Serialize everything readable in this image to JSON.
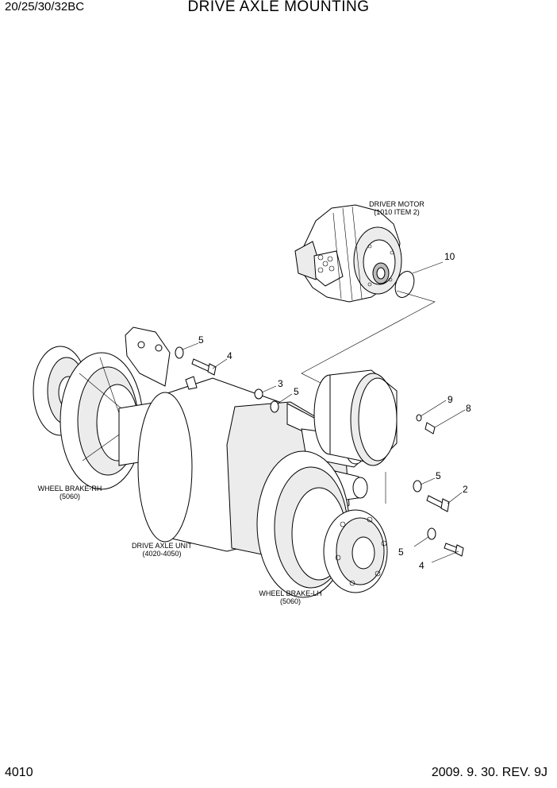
{
  "header": {
    "model": "20/25/30/32BC",
    "title": "DRIVE AXLE MOUNTING"
  },
  "footer": {
    "page": "4010",
    "revision": "2009. 9. 30. REV. 9J"
  },
  "labels": {
    "driver_motor": {
      "line1": "DRIVER MOTOR",
      "line2": "(1010 ITEM 2)"
    },
    "wheel_brake_rh": {
      "line1": "WHEEL BRAKE-RH",
      "line2": "(5060)"
    },
    "drive_axle_unit": {
      "line1": "DRIVE AXLE UNIT",
      "line2": "(4020-4050)"
    },
    "wheel_brake_lh": {
      "line1": "WHEEL BRAKE-LH",
      "line2": "(5060)"
    }
  },
  "callouts": {
    "c10": "10",
    "c5a": "5",
    "c4a": "4",
    "c3": "3",
    "c5b": "5",
    "c9": "9",
    "c8": "8",
    "c5c": "5",
    "c2": "2",
    "c5d": "5",
    "c4b": "4"
  }
}
